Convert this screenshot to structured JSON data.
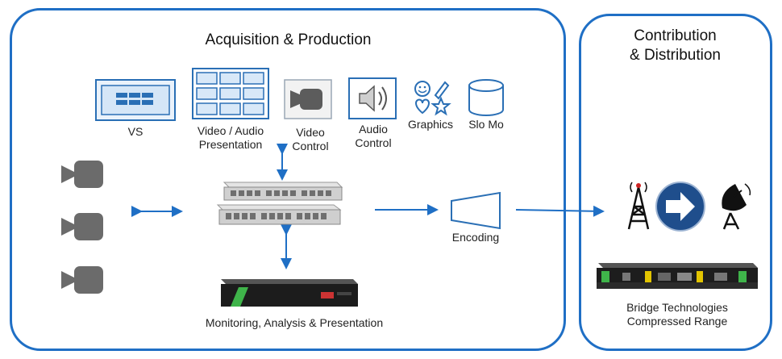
{
  "left_panel": {
    "title": "Acquisition & Production"
  },
  "right_panel": {
    "title": "Contribution\n& Distribution"
  },
  "top_row": [
    {
      "id": "vs",
      "label": "VS",
      "icon": "video-switcher-icon"
    },
    {
      "id": "video-audio-presentation",
      "label": "Video / Audio\nPresentation",
      "icon": "multiviewer-grid-icon"
    },
    {
      "id": "video-control",
      "label": "Video\nControl",
      "icon": "camera-icon"
    },
    {
      "id": "audio-control",
      "label": "Audio\nControl",
      "icon": "speaker-icon"
    },
    {
      "id": "graphics",
      "label": "Graphics",
      "icon": "graphics-shapes-icon"
    },
    {
      "id": "slo-mo",
      "label": "Slo Mo",
      "icon": "storage-cylinder-icon"
    }
  ],
  "cameras": [
    "camera-icon",
    "camera-icon",
    "camera-icon"
  ],
  "switch": {
    "icon": "network-switch-icon"
  },
  "monitoring": {
    "label": "Monitoring, Analysis & Presentation",
    "icon": "probe-appliance-icon"
  },
  "encoding": {
    "label": "Encoding",
    "icon": "encoder-trapezoid-icon"
  },
  "distribution_icons": [
    "transmission-tower-icon",
    "arrow-circle-icon",
    "satellite-dish-icon"
  ],
  "bridge": {
    "label": "Bridge Technologies\nCompressed Range",
    "icon": "rack-appliance-icon"
  },
  "colors": {
    "accent": "#1f6fc5",
    "icon_blue": "#2a6fb5",
    "camera_gray": "#6b6b6b",
    "device_green": "#3fb44a"
  }
}
